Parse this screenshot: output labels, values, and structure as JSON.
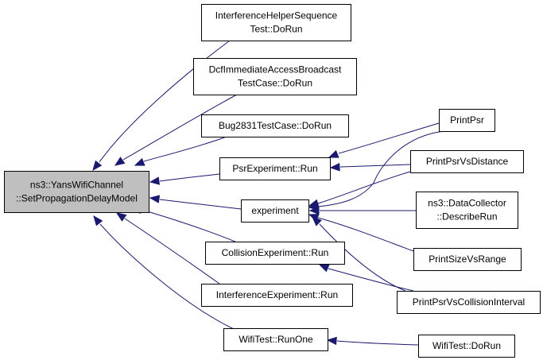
{
  "colors": {
    "edge": "#191970",
    "node_fill": "#ffffff",
    "focus_fill": "#bfbfbf",
    "border": "#000000",
    "text": "#000000"
  },
  "nodes": [
    {
      "id": "ysw",
      "lines": [
        "ns3::YansWifiChannel",
        "::SetPropagationDelayModel"
      ],
      "focus": true
    },
    {
      "id": "ihs",
      "lines": [
        "InterferenceHelperSequence",
        "Test::DoRun"
      ]
    },
    {
      "id": "dia",
      "lines": [
        "DcfImmediateAccessBroadcast",
        "TestCase::DoRun"
      ]
    },
    {
      "id": "bug",
      "lines": [
        "Bug2831TestCase::DoRun"
      ]
    },
    {
      "id": "psr",
      "lines": [
        "PsrExperiment::Run"
      ]
    },
    {
      "id": "exp",
      "lines": [
        "experiment"
      ]
    },
    {
      "id": "col",
      "lines": [
        "CollisionExperiment::Run"
      ]
    },
    {
      "id": "int",
      "lines": [
        "InterferenceExperiment::Run"
      ]
    },
    {
      "id": "wro",
      "lines": [
        "WifiTest::RunOne"
      ]
    },
    {
      "id": "pp",
      "lines": [
        "PrintPsr"
      ]
    },
    {
      "id": "ppd",
      "lines": [
        "PrintPsrVsDistance"
      ]
    },
    {
      "id": "ndc",
      "lines": [
        "ns3::DataCollector",
        "::DescribeRun"
      ]
    },
    {
      "id": "psvr",
      "lines": [
        "PrintSizeVsRange"
      ]
    },
    {
      "id": "ppci",
      "lines": [
        "PrintPsrVsCollisionInterval"
      ]
    },
    {
      "id": "wdr",
      "lines": [
        "WifiTest::DoRun"
      ]
    }
  ],
  "edges": [
    {
      "from": "ihs",
      "to": "ysw"
    },
    {
      "from": "dia",
      "to": "ysw"
    },
    {
      "from": "bug",
      "to": "ysw"
    },
    {
      "from": "psr",
      "to": "ysw"
    },
    {
      "from": "exp",
      "to": "ysw"
    },
    {
      "from": "col",
      "to": "ysw"
    },
    {
      "from": "int",
      "to": "ysw"
    },
    {
      "from": "wro",
      "to": "ysw"
    },
    {
      "from": "pp",
      "to": "psr"
    },
    {
      "from": "ppd",
      "to": "psr"
    },
    {
      "from": "pp",
      "to": "exp"
    },
    {
      "from": "ppd",
      "to": "exp"
    },
    {
      "from": "ndc",
      "to": "exp"
    },
    {
      "from": "psvr",
      "to": "exp"
    },
    {
      "from": "ppci",
      "to": "exp"
    },
    {
      "from": "ppci",
      "to": "col"
    },
    {
      "from": "wdr",
      "to": "wro"
    }
  ]
}
